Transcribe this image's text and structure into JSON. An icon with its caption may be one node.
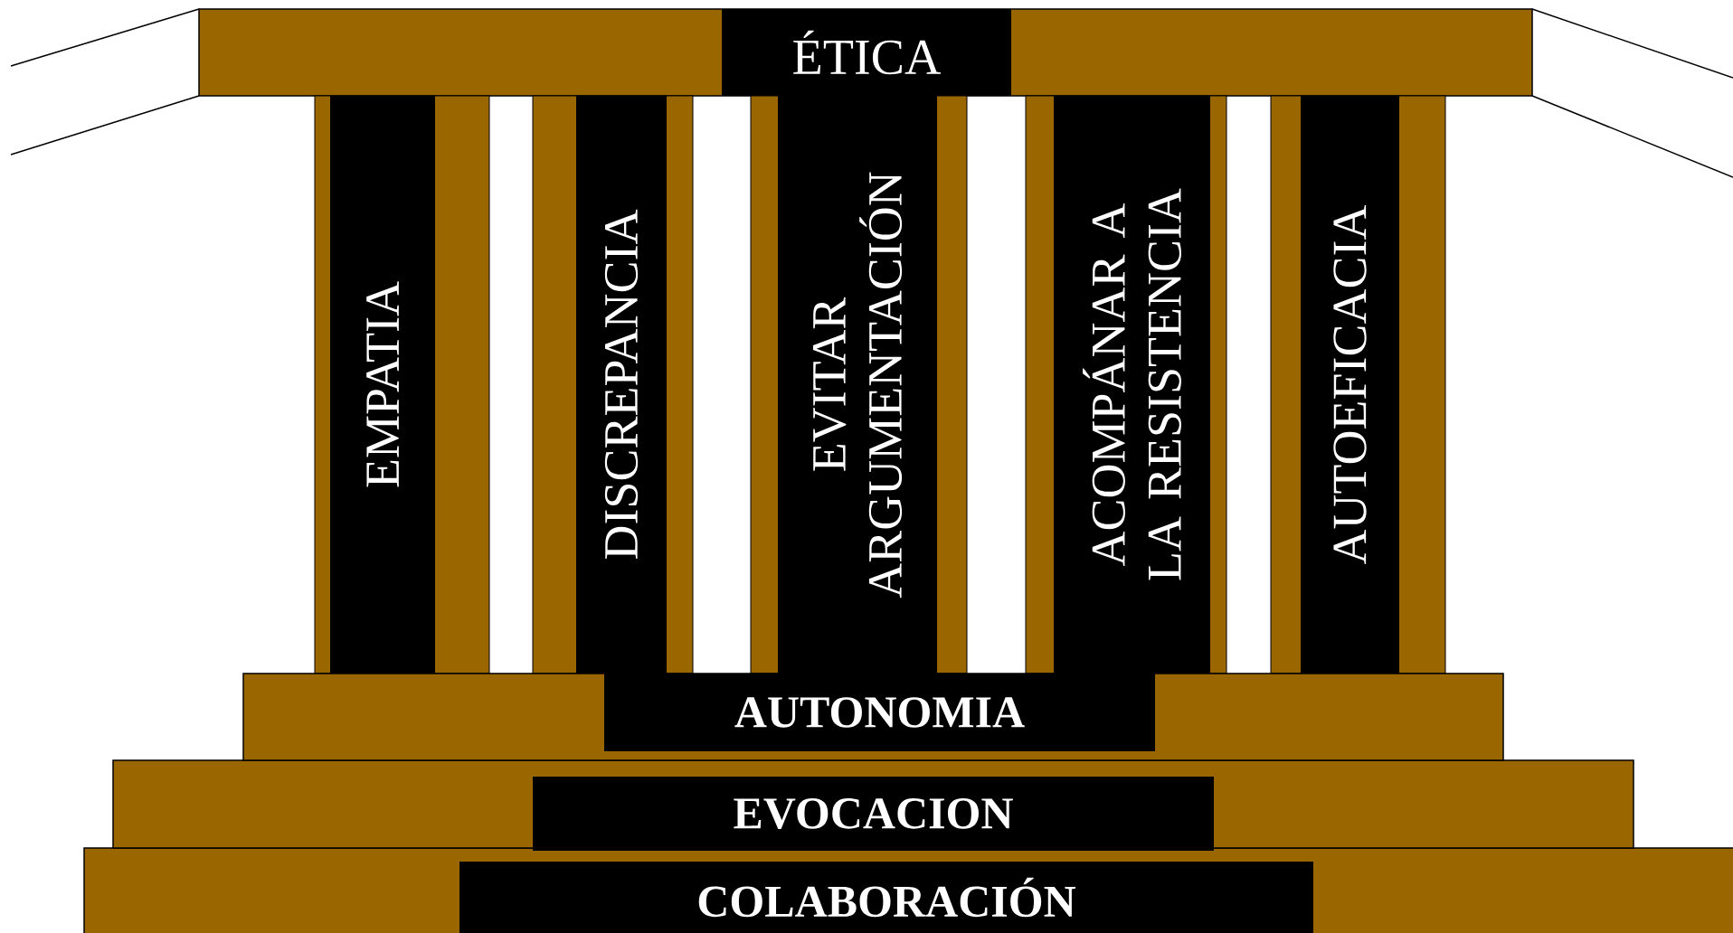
{
  "diagram": {
    "nodes": [
      {
        "text": [
          "ÉTICA"
        ]
      },
      {
        "text": [
          "EMPATIA"
        ]
      },
      {
        "text": [
          "DISCREPANCIA"
        ]
      },
      {
        "text": [
          "EVITAR ARGUMENTACIÓN"
        ]
      },
      {
        "text": [
          "ACOMPÁNAR A LA RESISTENCIA"
        ]
      },
      {
        "text": [
          "AUTOEFICACIA"
        ]
      },
      {
        "text": [
          "AUTONOMIA"
        ]
      },
      {
        "text": [
          "EVOCACION"
        ]
      },
      {
        "text": [
          "COLABORACIÓN"
        ]
      }
    ]
  }
}
